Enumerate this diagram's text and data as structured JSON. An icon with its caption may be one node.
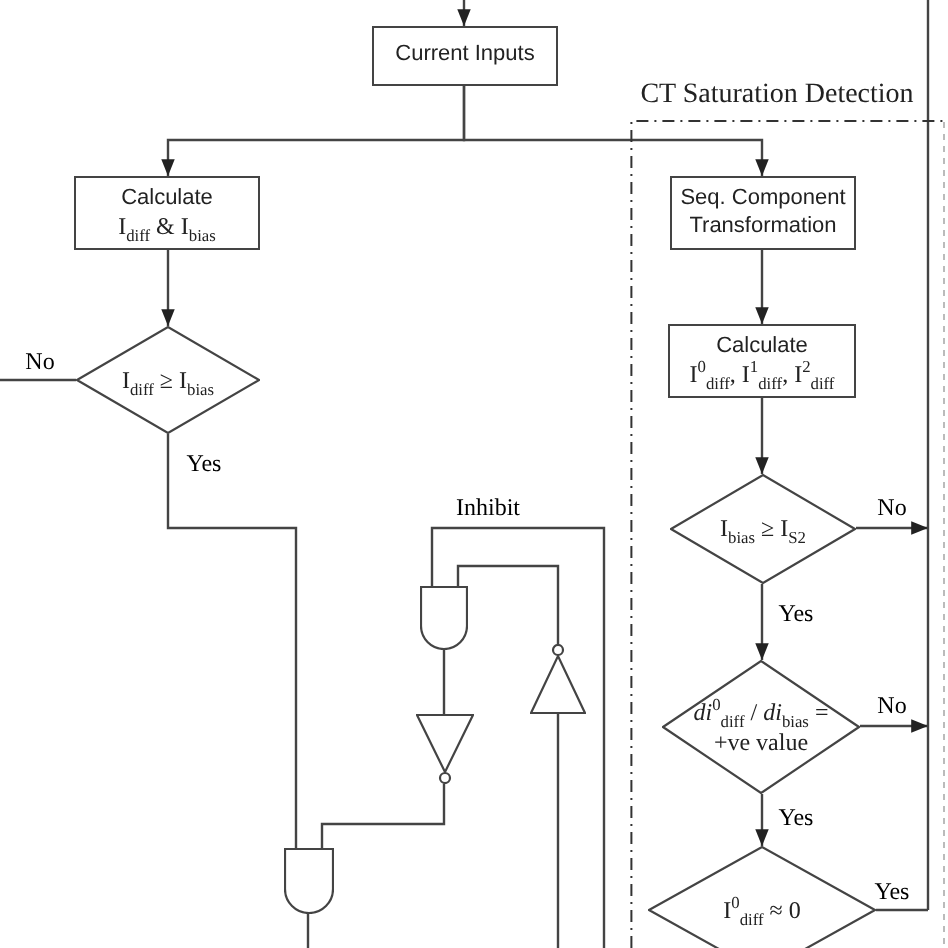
{
  "diagram": {
    "nodes": [
      {
        "text": [
          "Current Inputs"
        ]
      },
      {
        "text": [
          "Calculate",
          "I$_{diff}$ & I$_{bias}$"
        ]
      },
      {
        "text": [
          "CT Saturation Detection"
        ]
      },
      {
        "text": [
          "Seq. Component Transformation"
        ],
        "in": 2
      },
      {
        "text": [
          "I$_{diff}$ ≥ I$_{bias}$"
        ]
      },
      {
        "text": [
          "Calculate",
          "I$^{0}$$_{diff}$, I$^{1}$$_{diff}$, I$^{2}$$_{diff}$"
        ],
        "in": 2
      },
      {
        "text": [
          "I$_{bias}$ ≥ I$_{S2}$"
        ],
        "in": 2
      },
      {
        "text": [
          "*di*$^{0}$$_{diff}$ / *di*$_{bias}$ = +ve value"
        ],
        "in": 2
      },
      {
        "text": [
          "I$^{0}$$_{diff}$ ≈ 0"
        ],
        "in": 2
      },
      {
        "text": [],
        "shape": "gate"
      },
      {
        "text": [],
        "shape": "triangle"
      },
      {
        "text": [],
        "shape": "triangle"
      },
      {
        "text": [],
        "shape": "gate"
      }
    ],
    "edges": [
      {
        "from": null,
        "to": 0,
        "arrow": "to"
      },
      {
        "from": 0,
        "to": 1,
        "arrow": "to"
      },
      {
        "from": 0,
        "to": 3,
        "arrow": "to"
      },
      {
        "from": 1,
        "to": 4,
        "arrow": "to"
      },
      {
        "from": 3,
        "to": 5,
        "arrow": "to"
      },
      {
        "from": 4,
        "to": null,
        "arrow": "none",
        "label": "No"
      },
      {
        "from": 4,
        "to": 12,
        "arrow": "none",
        "label": "Yes"
      },
      {
        "from": null,
        "to": 9,
        "arrow": "none",
        "label": "Inhibit"
      },
      {
        "from": 11,
        "to": 9,
        "arrow": "none"
      },
      {
        "from": 9,
        "to": 10,
        "arrow": "none"
      },
      {
        "from": 10,
        "to": 12,
        "arrow": "none"
      },
      {
        "from": null,
        "to": 11,
        "arrow": "none"
      },
      {
        "from": 12,
        "to": null,
        "arrow": "none"
      },
      {
        "from": 5,
        "to": 6,
        "arrow": "to"
      },
      {
        "from": 6,
        "to": null,
        "arrow": "to",
        "label": "No"
      },
      {
        "from": 6,
        "to": 7,
        "arrow": "to",
        "label": "Yes"
      },
      {
        "from": 7,
        "to": null,
        "arrow": "to",
        "label": "No"
      },
      {
        "from": 7,
        "to": 8,
        "arrow": "to",
        "label": "Yes"
      },
      {
        "from": 8,
        "to": null,
        "arrow": "none",
        "label": "Yes"
      }
    ]
  }
}
